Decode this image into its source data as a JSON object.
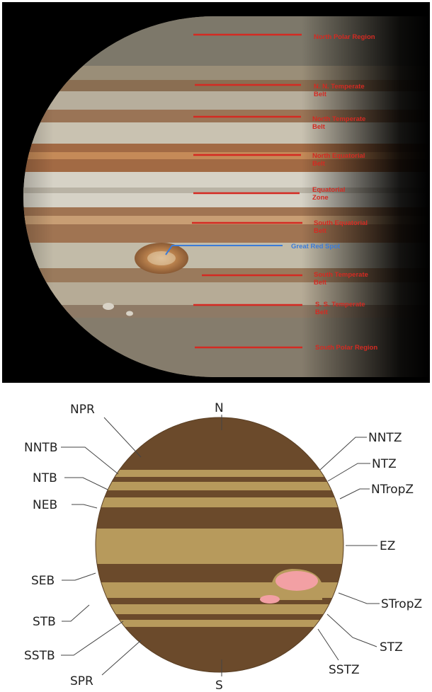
{
  "photo": {
    "labels": [
      {
        "id": "npr",
        "lines": [
          "North Polar Region"
        ]
      },
      {
        "id": "nntb",
        "lines": [
          "N. N. Temperate",
          "Belt"
        ]
      },
      {
        "id": "ntb",
        "lines": [
          "North Temperate",
          "Belt"
        ]
      },
      {
        "id": "neb",
        "lines": [
          "North Equatorial",
          "Belt"
        ]
      },
      {
        "id": "ez",
        "lines": [
          "Equatorial",
          "Zone"
        ]
      },
      {
        "id": "seb",
        "lines": [
          "South Equatorial",
          "Belt"
        ]
      },
      {
        "id": "grs",
        "lines": [
          "Great Red Spot"
        ]
      },
      {
        "id": "stb",
        "lines": [
          "South Temperate",
          "Belt"
        ]
      },
      {
        "id": "sstb",
        "lines": [
          "S. S. Temperate",
          "Belt"
        ]
      },
      {
        "id": "spr",
        "lines": [
          "South Polar Region"
        ]
      }
    ],
    "colors": {
      "pointer": "#d42a22",
      "grs_pointer": "#3b7bd8",
      "background": "#000000"
    }
  },
  "diagram": {
    "labels": {
      "north": "N",
      "south": "S",
      "npr": "NPR",
      "nntb": "NNTB",
      "ntb": "NTB",
      "neb": "NEB",
      "seb": "SEB",
      "stb": "STB",
      "sstb": "SSTB",
      "spr": "SPR",
      "nntz": "NNTZ",
      "ntz": "NTZ",
      "ntropz": "NTropZ",
      "ez": "EZ",
      "stropz": "STropZ",
      "stz": "STZ",
      "sstz": "SSTZ"
    },
    "colors": {
      "belt": "#6b4a2b",
      "zone": "#b79a5c",
      "spot": "#f2a0a4",
      "leader": "#444444"
    }
  }
}
